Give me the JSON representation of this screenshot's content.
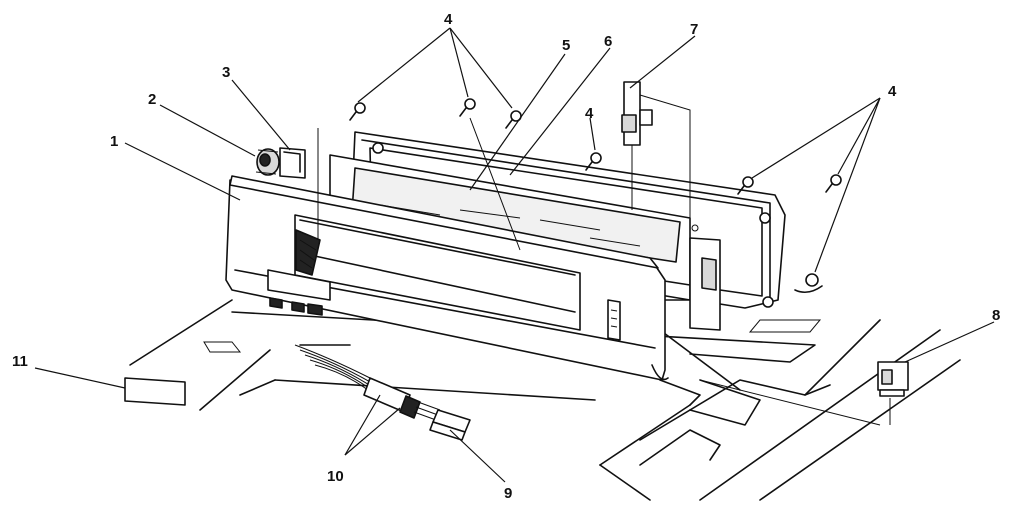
{
  "callouts": {
    "c1": "1",
    "c2": "2",
    "c3": "3",
    "c4a": "4",
    "c4b": "4",
    "c4c": "4",
    "c5": "5",
    "c6": "6",
    "c7": "7",
    "c8": "8",
    "c9": "9",
    "c10": "10",
    "c11": "11"
  }
}
